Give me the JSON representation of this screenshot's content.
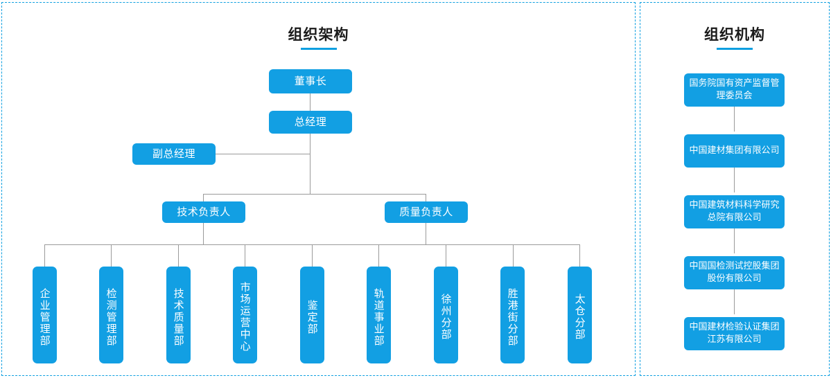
{
  "left_panel": {
    "title": "组织架构",
    "chairman": "董事长",
    "general_manager": "总经理",
    "deputy_general_manager": "副总经理",
    "directors": [
      {
        "label": "技术负责人"
      },
      {
        "label": "质量负责人"
      }
    ],
    "departments": [
      {
        "label": "企业管理部"
      },
      {
        "label": "检测管理部"
      },
      {
        "label": "技术质量部"
      },
      {
        "label": "市场运营中心"
      },
      {
        "label": "鉴定部"
      },
      {
        "label": "轨道事业部"
      },
      {
        "label": "徐州分部"
      },
      {
        "label": "胜港街分部"
      },
      {
        "label": "太仓分部"
      }
    ]
  },
  "right_panel": {
    "title": "组织机构",
    "entities": [
      {
        "label": "国务院国有资产监督管理委员会"
      },
      {
        "label": "中国建材集团有限公司"
      },
      {
        "label": "中国建筑材料科学研究总院有限公司"
      },
      {
        "label": "中国国检测试控股集团股份有限公司"
      },
      {
        "label": "中国建材检验认证集团江苏有限公司"
      }
    ]
  },
  "theme": {
    "accent": "#129fe3",
    "border": "#0d9fe0",
    "line": "#9a9a9a",
    "text": "#1a1a1a",
    "node_text": "#ffffff"
  }
}
